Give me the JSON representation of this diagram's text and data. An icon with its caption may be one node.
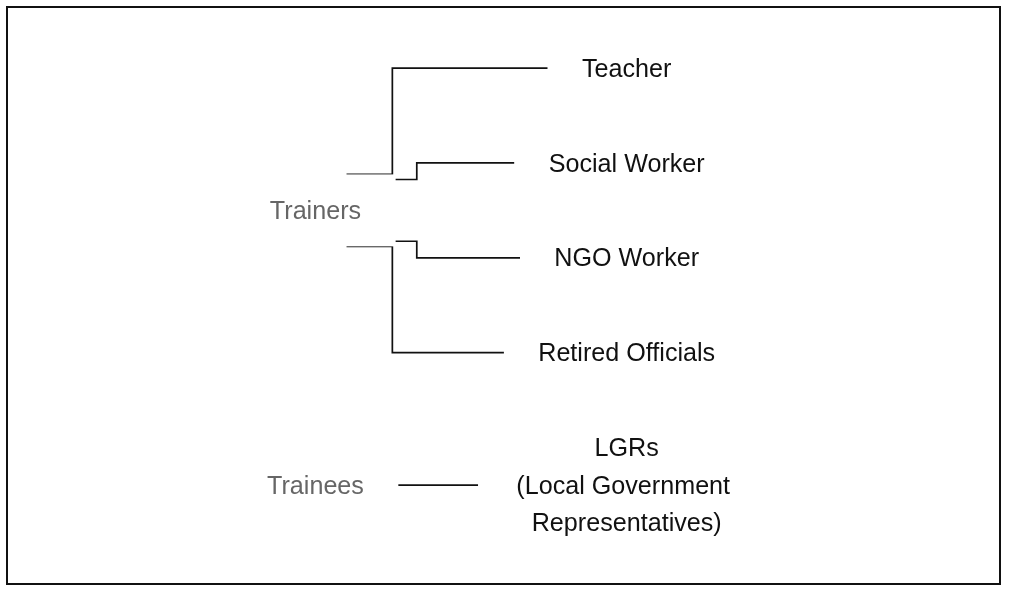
{
  "diagram": {
    "nodes": [
      {
        "text": [
          "Trainers"
        ]
      },
      {
        "text": [
          "Teacher"
        ]
      },
      {
        "text": [
          "Social Worker"
        ]
      },
      {
        "text": [
          "NGO Worker"
        ]
      },
      {
        "text": [
          "Retired Officials"
        ]
      },
      {
        "text": [
          "Trainees"
        ]
      },
      {
        "text": [
          "LGRs",
          "(Local Government Representatives)"
        ]
      }
    ],
    "edges": [
      {
        "from": 0,
        "to": 1,
        "arrow": "none"
      },
      {
        "from": 0,
        "to": 2,
        "arrow": "none"
      },
      {
        "from": 0,
        "to": 3,
        "arrow": "none"
      },
      {
        "from": 0,
        "to": 4,
        "arrow": "none"
      },
      {
        "from": 5,
        "to": 6,
        "arrow": "none"
      }
    ]
  }
}
